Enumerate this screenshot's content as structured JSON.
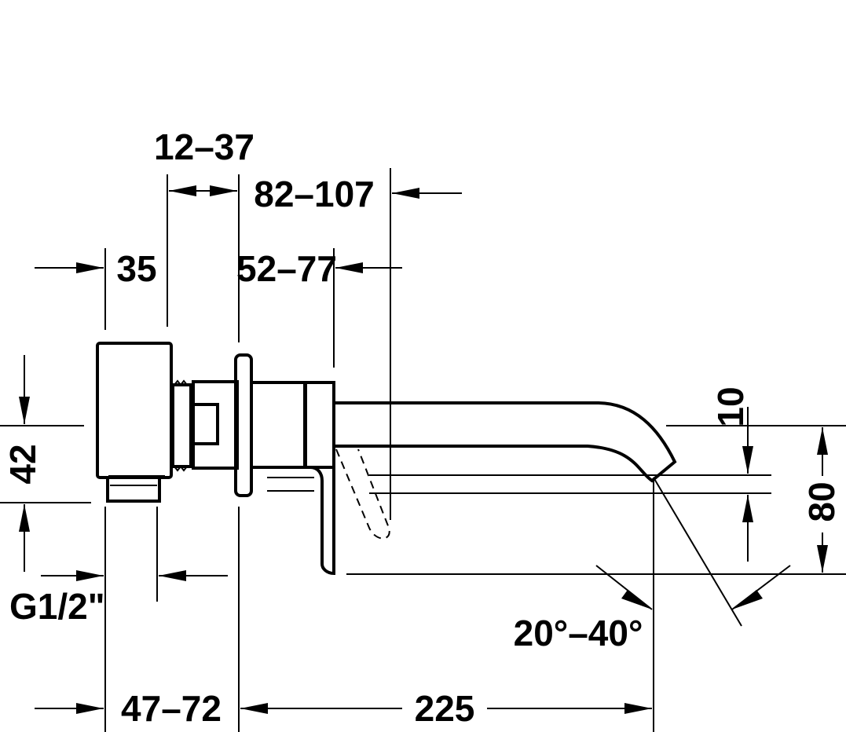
{
  "dimensions": {
    "d_12_37": "12–37",
    "d_82_107": "82–107",
    "d_35": "35",
    "d_52_77": "52–77",
    "d_42": "42",
    "d_g12": "G1/2\"",
    "d_10": "10",
    "d_80": "80",
    "d_angle": "20°–40°",
    "d_47_72": "47–72",
    "d_225": "225"
  },
  "colors": {
    "line": "#000000",
    "background": "#ffffff"
  }
}
